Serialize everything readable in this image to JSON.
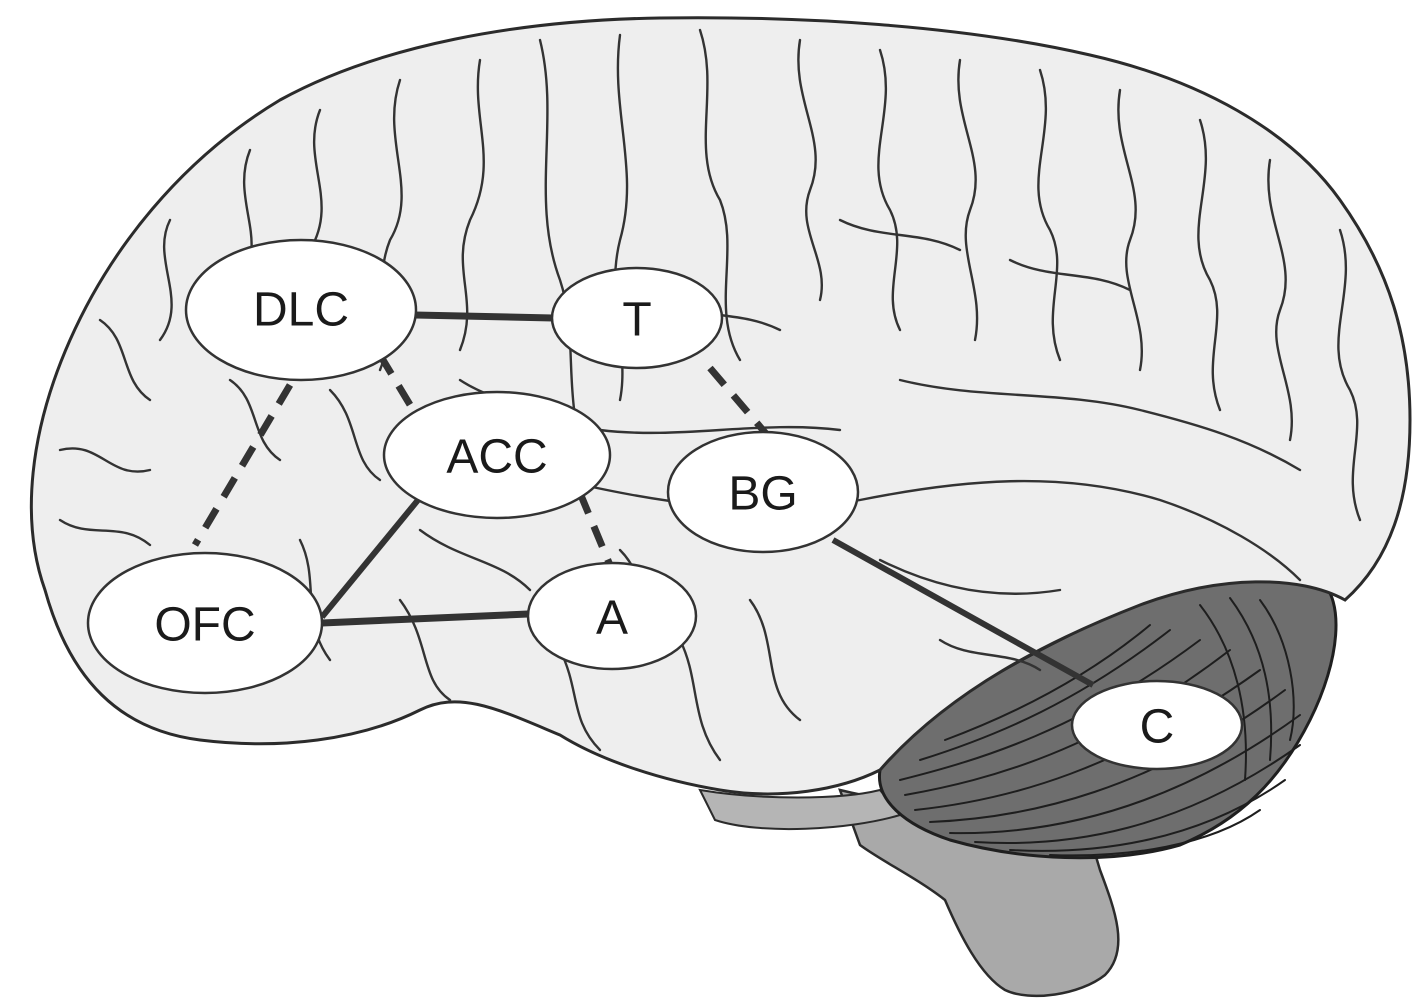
{
  "colors": {
    "cortex_fill": "#eeeeee",
    "outline": "#2b2b2b",
    "cerebellum_fill": "#6e6e6e",
    "brainstem_fill": "#a9a9a9",
    "node_fill": "#ffffff",
    "connection": "#333333"
  },
  "nodes": {
    "dlc": "DLC",
    "t": "T",
    "acc": "ACC",
    "bg": "BG",
    "ofc": "OFC",
    "a": "A",
    "c": "C"
  },
  "connections": [
    {
      "from": "DLC",
      "to": "T",
      "style": "solid"
    },
    {
      "from": "DLC",
      "to": "OFC",
      "style": "dashed"
    },
    {
      "from": "DLC",
      "to": "ACC",
      "style": "dashed"
    },
    {
      "from": "T",
      "to": "BG",
      "style": "dashed"
    },
    {
      "from": "ACC",
      "to": "OFC",
      "style": "solid"
    },
    {
      "from": "ACC",
      "to": "A",
      "style": "dashed"
    },
    {
      "from": "OFC",
      "to": "A",
      "style": "solid"
    },
    {
      "from": "BG",
      "to": "C",
      "style": "solid"
    }
  ]
}
